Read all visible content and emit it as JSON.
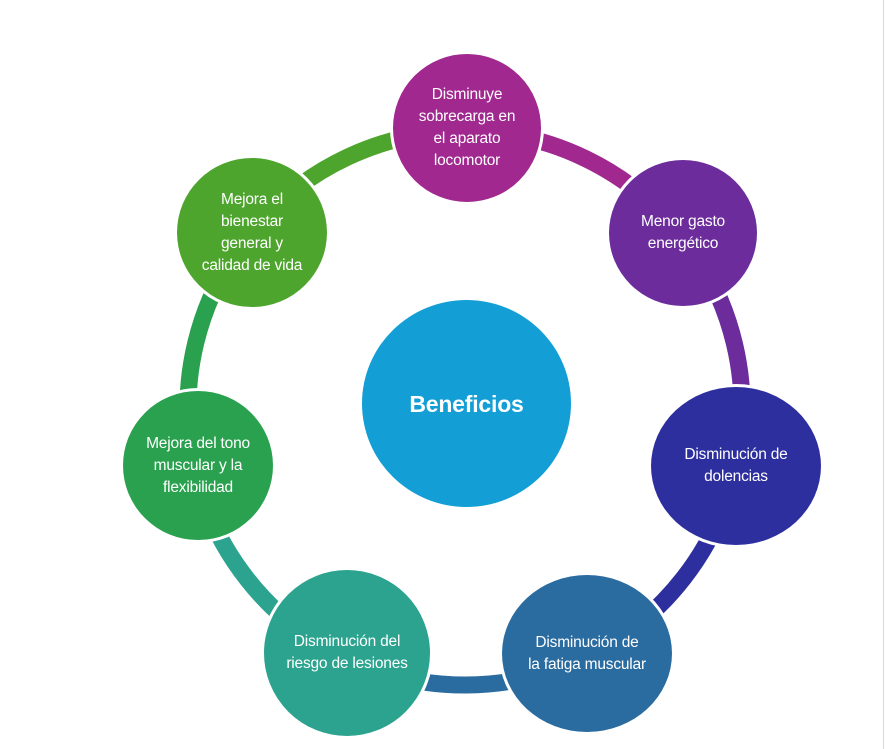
{
  "center": {
    "label": "Beneficios",
    "color": "#139fd6"
  },
  "nodes": [
    {
      "label": "Disminuye sobrecarga en el aparato locomotor",
      "color": "#a0288f"
    },
    {
      "label": "Menor gasto energético",
      "color": "#6c2c9c"
    },
    {
      "label": "Disminución de dolencias",
      "color": "#2e2f9e"
    },
    {
      "label": "Disminución de la fatiga muscular",
      "color": "#2a6ba0"
    },
    {
      "label": "Disminución del riesgo de lesiones",
      "color": "#2ba38f"
    },
    {
      "label": "Mejora del tono muscular y la flexibilidad",
      "color": "#2aa14f"
    },
    {
      "label": "Mejora el bienestar general y calidad de vida",
      "color": "#4ea52e"
    }
  ]
}
